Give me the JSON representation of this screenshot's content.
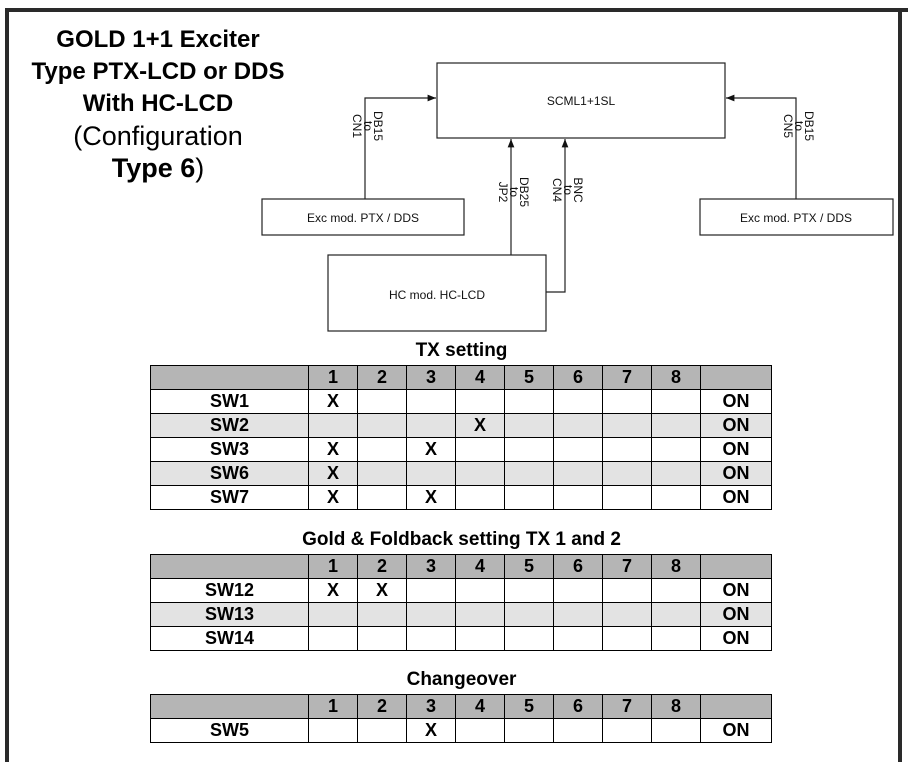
{
  "title": {
    "line1": "GOLD 1+1 Exciter",
    "line2": "Type PTX-LCD or DDS",
    "line3": "With HC-LCD",
    "line4": "(Configuration",
    "line5_bold": "Type 6",
    "line5_rest": ")"
  },
  "diagram": {
    "scml_label": "SCML1+1SL",
    "exc_left_label": "Exc mod. PTX / DDS",
    "exc_right_label": "Exc mod. PTX / DDS",
    "hc_label": "HC mod. HC-LCD",
    "conn_left": [
      "DB15",
      "to",
      "CN1"
    ],
    "conn_right": [
      "DB15",
      "to",
      "CN5"
    ],
    "conn_hc_db25": [
      "DB25",
      "to",
      "JP2"
    ],
    "conn_hc_bnc": [
      "BNC",
      "to",
      "CN4"
    ]
  },
  "columns": [
    "",
    "1",
    "2",
    "3",
    "4",
    "5",
    "6",
    "7",
    "8",
    ""
  ],
  "sections": [
    {
      "title": "TX setting",
      "rows": [
        {
          "name": "SW1",
          "cells": [
            "X",
            "",
            "",
            "",
            "",
            "",
            "",
            ""
          ],
          "state": "ON"
        },
        {
          "name": "SW2",
          "cells": [
            "",
            "",
            "",
            "X",
            "",
            "",
            "",
            ""
          ],
          "state": "ON"
        },
        {
          "name": "SW3",
          "cells": [
            "X",
            "",
            "X",
            "",
            "",
            "",
            "",
            ""
          ],
          "state": "ON"
        },
        {
          "name": "SW6",
          "cells": [
            "X",
            "",
            "",
            "",
            "",
            "",
            "",
            ""
          ],
          "state": "ON"
        },
        {
          "name": "SW7",
          "cells": [
            "X",
            "",
            "X",
            "",
            "",
            "",
            "",
            ""
          ],
          "state": "ON"
        }
      ]
    },
    {
      "title": "Gold & Foldback setting TX 1 and 2",
      "rows": [
        {
          "name": "SW12",
          "cells": [
            "X",
            "X",
            "",
            "",
            "",
            "",
            "",
            ""
          ],
          "state": "ON"
        },
        {
          "name": "SW13",
          "cells": [
            "",
            "",
            "",
            "",
            "",
            "",
            "",
            ""
          ],
          "state": "ON"
        },
        {
          "name": "SW14",
          "cells": [
            "",
            "",
            "",
            "",
            "",
            "",
            "",
            ""
          ],
          "state": "ON"
        }
      ]
    },
    {
      "title": "Changeover",
      "rows": [
        {
          "name": "SW5",
          "cells": [
            "",
            "",
            "X",
            "",
            "",
            "",
            "",
            ""
          ],
          "state": "ON"
        }
      ]
    }
  ]
}
